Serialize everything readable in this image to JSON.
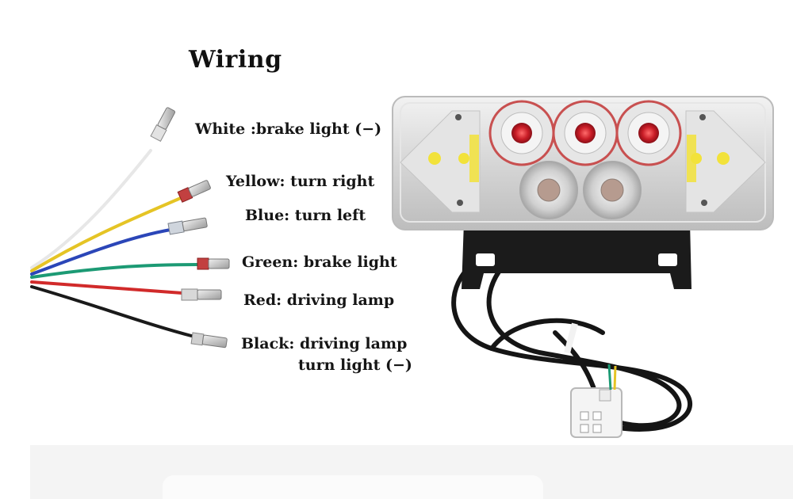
{
  "title": "Wiring",
  "wires": [
    {
      "label": "White :brake light (−)",
      "color": "#e9e9e9"
    },
    {
      "label": "Yellow: turn right",
      "color": "#e5c425"
    },
    {
      "label": "Blue: turn left",
      "color": "#2b46b8"
    },
    {
      "label": "Green: brake light",
      "color": "#1c9a74"
    },
    {
      "label": "Red: driving lamp",
      "color": "#d12a2a"
    },
    {
      "label": "Black: driving lamp",
      "label_line2": "turn light (−)",
      "color": "#1a1a1a"
    }
  ],
  "lamp": {
    "lens_color": "#d8d8d8",
    "red_led_color": "#d0202a",
    "amber_led_color": "#f2e23a",
    "bracket_color": "#1b1b1b"
  }
}
